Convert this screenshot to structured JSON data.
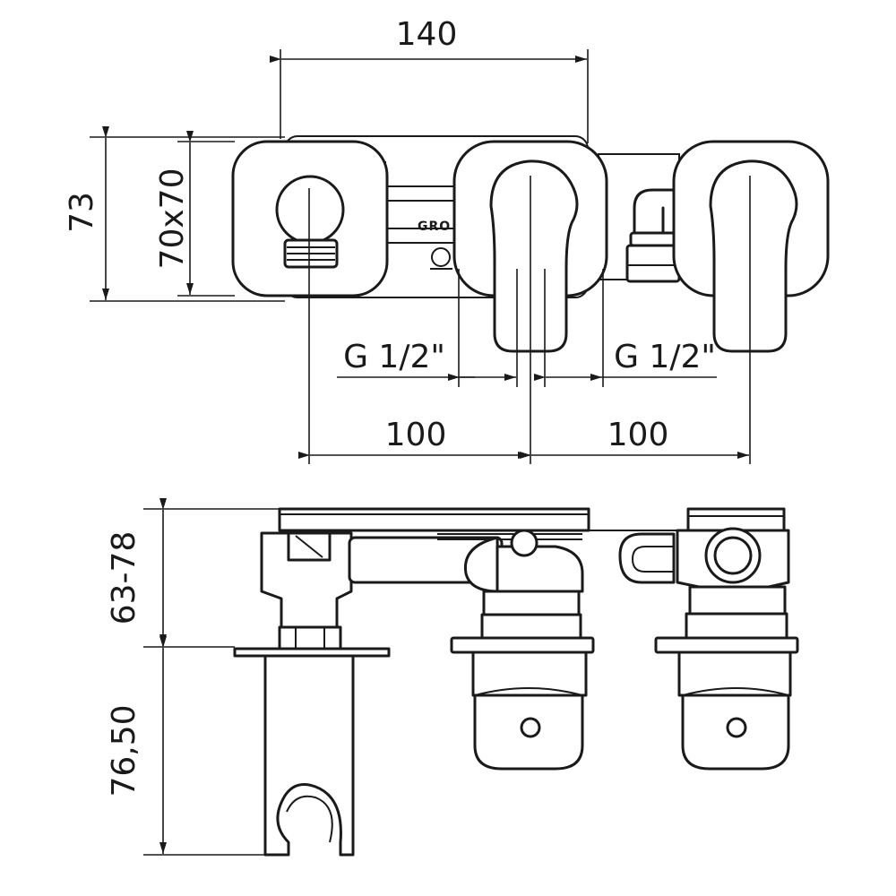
{
  "dimensions": {
    "width_top": "140",
    "height_outer": "73",
    "plate_size": "70x70",
    "thread_left": "G 1/2\"",
    "thread_right": "G 1/2\"",
    "spacing_left": "100",
    "spacing_right": "100",
    "depth_range": "63-78",
    "holder_height": "76,50"
  },
  "brand_mark": "GRO",
  "colors": {
    "line": "#1a1a1a",
    "background": "#ffffff"
  }
}
